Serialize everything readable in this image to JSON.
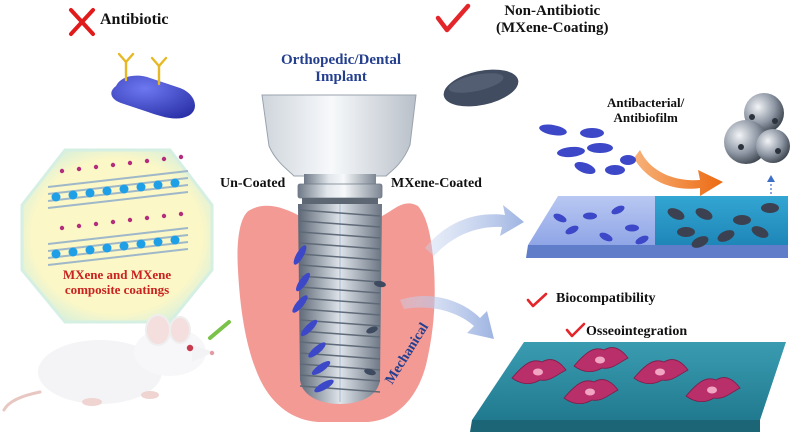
{
  "labels": {
    "antibiotic": "Antibiotic",
    "non_antibiotic_line1": "Non-Antibiotic",
    "non_antibiotic_line2": "(MXene-Coating)",
    "implant_line1": "Orthopedic/Dental",
    "implant_line2": "Implant",
    "uncoated": "Un-Coated",
    "mxene_coated": "MXene-Coated",
    "antibacterial_line1": "Antibacterial/",
    "antibacterial_line2": "Antibiofilm",
    "composite_line1": "MXene and MXene",
    "composite_line2": "composite coatings",
    "biocompatibility": "Biocompatibility",
    "osseointegration": "Osseointegration",
    "mechanical": "Mechanical"
  },
  "colors": {
    "gum": "#f39a95",
    "bacteria_blue": "#3c48c8",
    "mxene_dark": "#3e4a60",
    "cross_red": "#e11b1b",
    "check_red": "#e4262b",
    "implant_navy": "#253f8f",
    "composite_text": "#c9221f",
    "arrow_orange": "#ee7a22",
    "hex_fill": "#fbf7c7",
    "cell_magenta": "#b82f6a",
    "platform_teal": "#2d8ca3",
    "arrow_light_blue": "#b7c9ec"
  },
  "icons": [
    "cross-icon",
    "check-icon",
    "arrow-icon"
  ]
}
